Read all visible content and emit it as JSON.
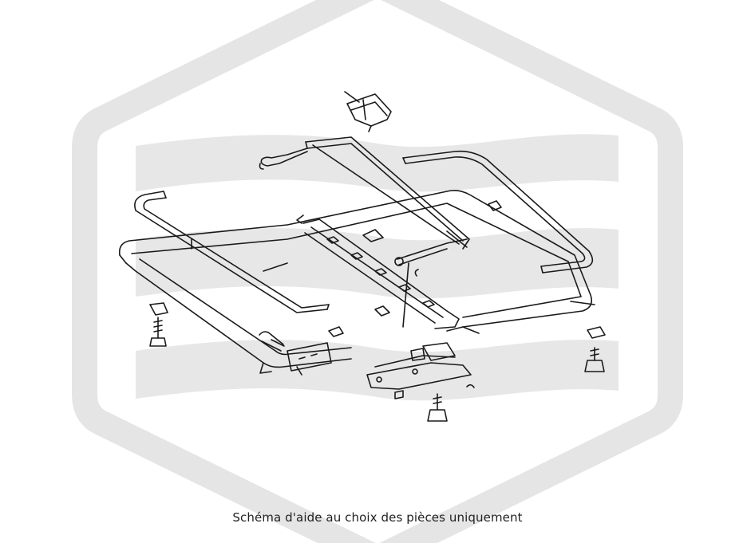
{
  "caption": "Schéma d'aide au choix des pièces uniquement",
  "colors": {
    "background": "#ffffff",
    "watermark": "#e5e5e5",
    "line_art": "#1a1a1a",
    "caption_text": "#222222"
  },
  "icons": {
    "watermark": "hexagon-wave-logo-watermark"
  },
  "parts_shown": [
    "sunroof-frame",
    "left-seal-rail",
    "right-seal-rail",
    "front-guide-rail",
    "center-drive-rail",
    "rear-clip",
    "drive-bracket",
    "left-screw",
    "center-screw",
    "right-screw",
    "small-clip"
  ]
}
